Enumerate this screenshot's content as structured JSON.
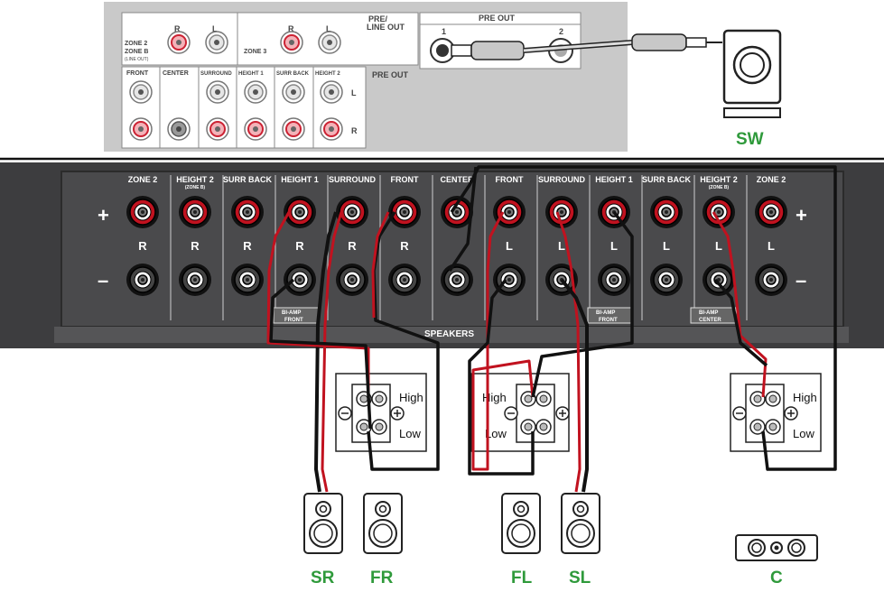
{
  "top_panel": {
    "zone2_label": "ZONE 2",
    "zoneb_label": "ZONE B",
    "lineout_label": "(LINE OUT)",
    "zone3_label": "ZONE 3",
    "r": "R",
    "l": "L",
    "pre_line_out_line1": "PRE/",
    "pre_line_out_line2": "LINE OUT",
    "pre_out_label": "PRE OUT",
    "pre_out_header": "PRE OUT",
    "pre_out_1": "1",
    "pre_out_2": "2",
    "channels": [
      "FRONT",
      "CENTER",
      "SURROUND",
      "HEIGHT 1",
      "SURR BACK",
      "HEIGHT 2"
    ]
  },
  "subwoofer": {
    "label": "SW",
    "color": "#2f9a3b"
  },
  "speaker_panel": {
    "headers": [
      "ZONE 2",
      "HEIGHT 2",
      "SURR BACK",
      "HEIGHT 1",
      "SURROUND",
      "FRONT",
      "CENTER",
      "FRONT",
      "SURROUND",
      "HEIGHT 1",
      "SURR BACK",
      "HEIGHT 2",
      "ZONE 2"
    ],
    "sub_headers": [
      "",
      "(ZONE B)",
      "",
      "",
      "",
      "",
      "",
      "",
      "",
      "",
      "",
      "(ZONE B)",
      ""
    ],
    "side_letters": [
      "R",
      "R",
      "R",
      "R",
      "R",
      "R",
      "",
      "L",
      "L",
      "L",
      "L",
      "L",
      "L"
    ],
    "plus": "+",
    "minus": "–",
    "biamp_front_a": {
      "line1": "BI-AMP",
      "line2": "FRONT"
    },
    "biamp_front_b": {
      "line1": "BI-AMP",
      "line2": "FRONT"
    },
    "biamp_center": {
      "line1": "BI-AMP",
      "line2": "CENTER"
    },
    "speakers_label": "SPEAKERS",
    "accent_red": "#d0102a"
  },
  "biamp_boxes": [
    {
      "high": "High",
      "low": "Low"
    },
    {
      "high": "High",
      "low": "Low"
    },
    {
      "high": "High",
      "low": "Low"
    }
  ],
  "speakers": [
    {
      "label": "SR"
    },
    {
      "label": "FR"
    },
    {
      "label": "FL"
    },
    {
      "label": "SL"
    },
    {
      "label": "C"
    }
  ]
}
